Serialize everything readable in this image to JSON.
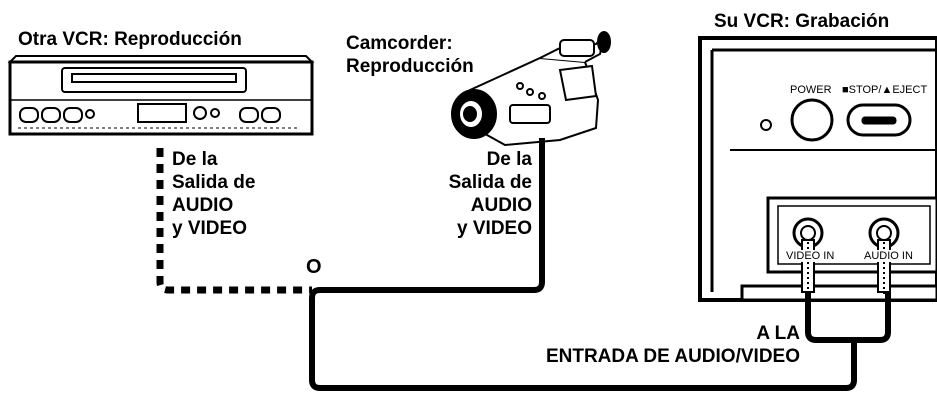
{
  "title_left": "Otra VCR: Reproducción",
  "title_camcorder": [
    "Camcorder:",
    "Reproducción"
  ],
  "title_right": "Su VCR: Grabación",
  "label_left": [
    "De la",
    "Salida de",
    "AUDIO",
    "y VIDEO"
  ],
  "label_center": [
    "De la",
    "Salida de",
    "AUDIO",
    "y VIDEO"
  ],
  "label_or": "O",
  "label_input": [
    "A LA",
    "ENTRADA DE AUDIO/VIDEO"
  ],
  "panel": {
    "power": "POWER",
    "stop_eject": "■STOP/▲EJECT",
    "video_in": "VIDEO IN",
    "audio_in": "AUDIO IN"
  }
}
